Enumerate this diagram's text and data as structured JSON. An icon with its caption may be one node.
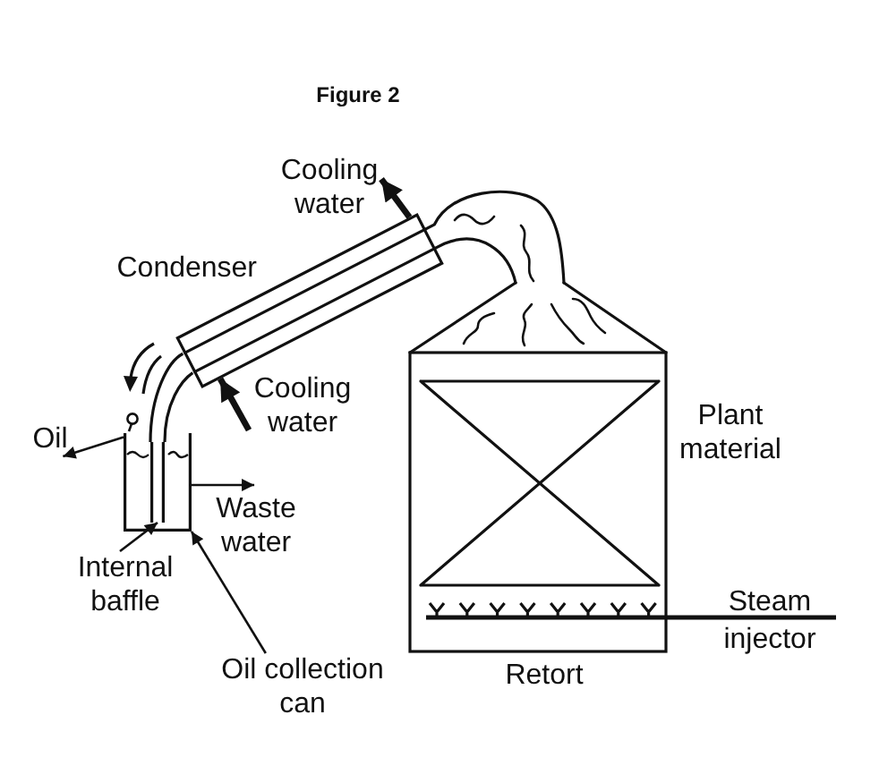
{
  "diagram": {
    "title": "Figure 2",
    "nodes": [
      {
        "text": [
          "Cooling water"
        ]
      },
      {
        "text": [
          "Condenser"
        ]
      },
      {
        "text": [
          "Cooling water"
        ]
      },
      {
        "text": [
          "Oil"
        ]
      },
      {
        "text": [],
        "shape": "box"
      },
      {
        "text": [],
        "shape": "bar",
        "in": 4
      },
      {
        "text": [
          "Waste water"
        ]
      },
      {
        "text": [
          "Internal baffle"
        ]
      },
      {
        "text": [
          "Oil collection can"
        ]
      }
    ],
    "edges": [
      {
        "from": 1,
        "to": 0,
        "arrow": "to",
        "style": "thick"
      },
      {
        "from": 2,
        "to": 1,
        "arrow": "to",
        "style": "thick"
      },
      {
        "from": 4,
        "to": 3,
        "arrow": "to"
      },
      {
        "from": 4,
        "to": 6,
        "arrow": "to"
      },
      {
        "from": 7,
        "to": 5,
        "arrow": "to"
      },
      {
        "from": 8,
        "to": 4,
        "arrow": "to"
      },
      {
        "from": 1,
        "to": 5,
        "arrow": "none"
      }
    ],
    "labels": [
      "Plant material",
      "Steam injector",
      "Retort"
    ]
  }
}
